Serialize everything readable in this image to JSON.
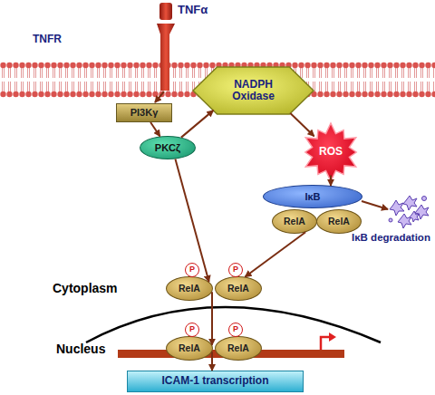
{
  "diagram": {
    "nodes": [
      {
        "text": [
          "NADPH Oxidase"
        ]
      },
      {
        "text": [
          "PI3Kγ"
        ]
      },
      {
        "text": [
          "PKCζ"
        ]
      },
      {
        "text": [
          "ROS"
        ]
      },
      {
        "text": [
          "IκB"
        ]
      },
      {
        "text": [
          "RelA"
        ]
      },
      {
        "text": [
          "RelA"
        ]
      },
      {
        "text": [
          "P"
        ]
      },
      {
        "text": [
          "P"
        ]
      },
      {
        "text": [
          "RelA"
        ]
      },
      {
        "text": [
          "RelA"
        ]
      },
      {
        "text": [
          "P"
        ]
      },
      {
        "text": [
          "P"
        ]
      },
      {
        "text": [
          "RelA"
        ]
      },
      {
        "text": [
          "RelA"
        ]
      },
      {
        "text": [
          "ICAM-1 transcription"
        ]
      }
    ],
    "edges": [
      {
        "from": 1,
        "to": 2,
        "arrow": "to"
      },
      {
        "from": 2,
        "to": 0,
        "arrow": "to"
      },
      {
        "from": 0,
        "to": 3,
        "arrow": "to"
      },
      {
        "from": 3,
        "to": 4,
        "arrow": "to"
      },
      {
        "from": 2,
        "to": 9,
        "arrow": "to"
      },
      {
        "from": 5,
        "to": 10,
        "arrow": "to"
      },
      {
        "from": 9,
        "to": 13,
        "arrow": "to"
      },
      {
        "from": 13,
        "to": 15,
        "arrow": "to"
      }
    ],
    "labels": [
      "TNFα",
      "TNFR",
      "IκB degradation",
      "Cytoplasm",
      "Nucleus"
    ]
  }
}
